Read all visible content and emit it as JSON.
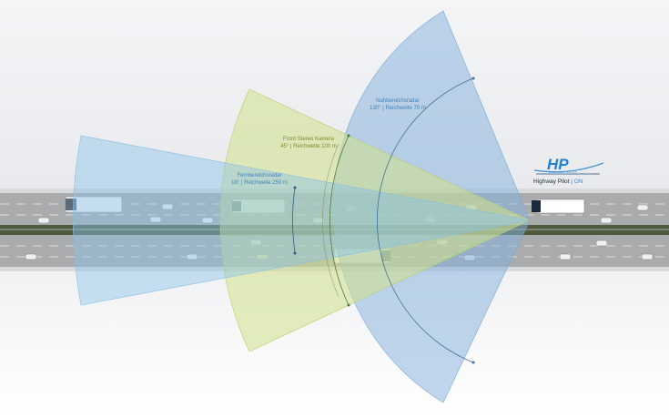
{
  "sensors": [
    {
      "id": "fernbereichsradar",
      "name": "Fernbereichsradar",
      "spec": "18° | Reichweite 250 m",
      "color": "#8cc3e6"
    },
    {
      "id": "front-stereo-kamera",
      "name": "Front Stereo Kamera",
      "spec": "45° | Reichweite 100 m",
      "color": "#d4e48c"
    },
    {
      "id": "nahbereichsradar",
      "name": "Nahbereichsradar",
      "spec": "130° | Reichweite 70 m",
      "color": "#8fb7dc"
    }
  ],
  "brand": {
    "logo_text": "HP",
    "logo_subtext": "HIGHWAY PILOT",
    "status_label": "Highway Pilot",
    "status_separator": "|",
    "status_value": "ON",
    "accent_color": "#3c93d6"
  },
  "road": {
    "asphalt_color": "#a9aaac",
    "median_color": "#4e5a3c"
  }
}
